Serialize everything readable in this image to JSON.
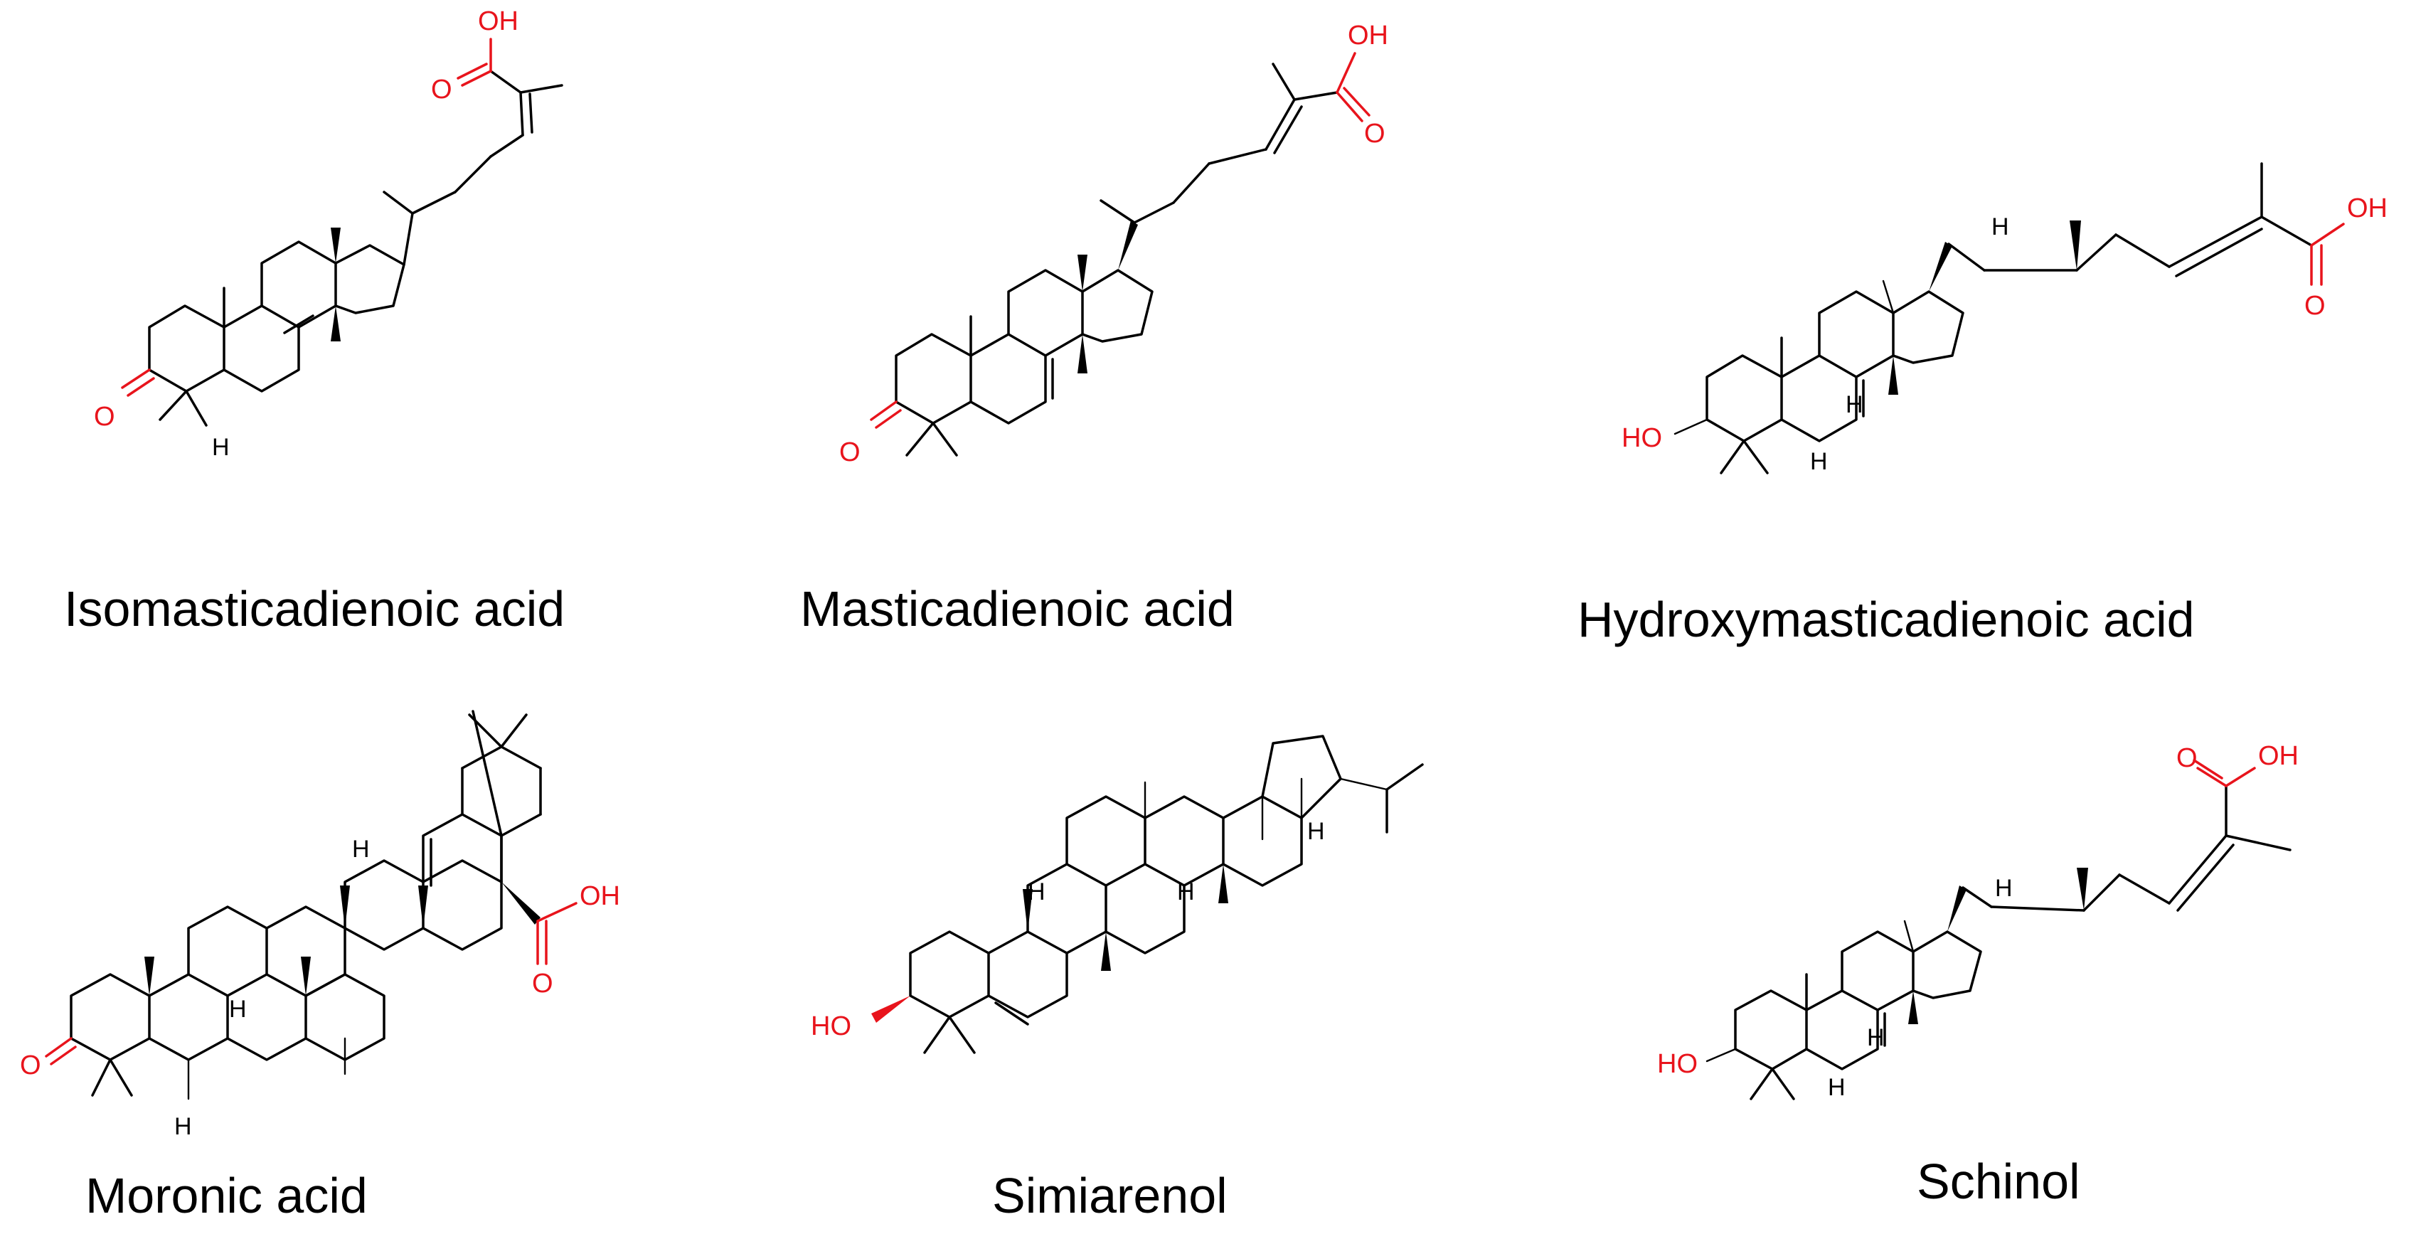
{
  "compounds": [
    {
      "name": "Isomasticadienoic acid"
    },
    {
      "name": "Masticadienoic acid"
    },
    {
      "name": "Hydroxymasticadienoic acid"
    },
    {
      "name": "Moronic acid"
    },
    {
      "name": "Simiarenol"
    },
    {
      "name": "Schinol"
    }
  ],
  "atom_labels": {
    "oh": "OH",
    "o": "O",
    "ho": "HO",
    "h": "H"
  },
  "colors": {
    "heteroatom": "#e8141c",
    "bond": "#000000",
    "background": "#ffffff"
  }
}
